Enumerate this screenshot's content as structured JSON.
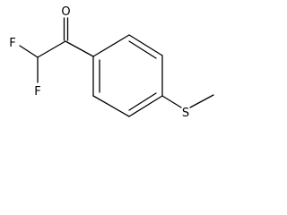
{
  "molecule": {
    "atoms": {
      "o": "O",
      "f1": "F",
      "f2": "F",
      "s": "S"
    }
  }
}
